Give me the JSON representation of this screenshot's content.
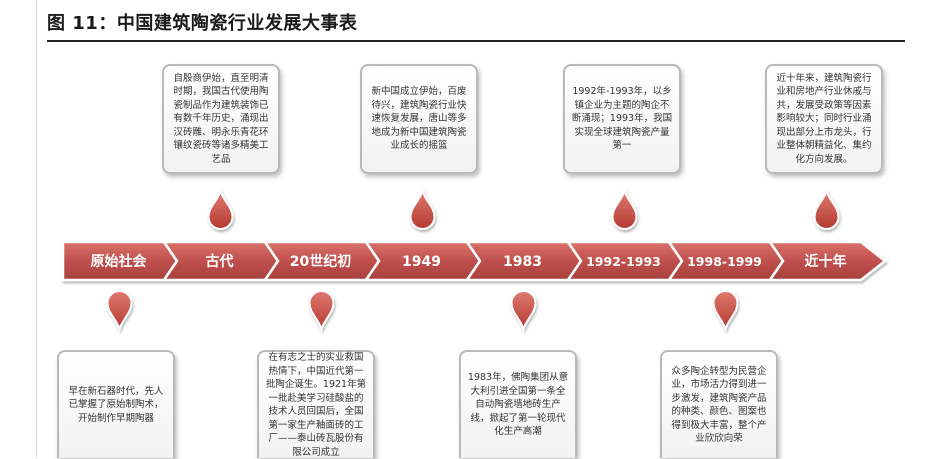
{
  "title": "图 11：中国建筑陶瓷行业发展大事表",
  "colors": {
    "arrow": "#c0504d",
    "arrow_dark": "#a8403d",
    "drop": "#c4453c"
  },
  "stages": [
    {
      "label": "原始社会"
    },
    {
      "label": "古代"
    },
    {
      "label": "20世纪初"
    },
    {
      "label": "1949"
    },
    {
      "label": "1983"
    },
    {
      "label": "1992-1993"
    },
    {
      "label": "1998-1999"
    },
    {
      "label": "近十年"
    }
  ],
  "top_notes": [
    {
      "text": "自殷商伊始，直至明清时期，我国古代使用陶瓷制品作为建筑装饰已有数千年历史，涌现出汉砖雕、明永乐青花环镶纹瓷砖等诸多精美工艺品"
    },
    {
      "text": "新中国成立伊始，百废待兴，建筑陶瓷行业快速恢复发展，唐山等多地成为新中国建筑陶瓷业成长的摇篮"
    },
    {
      "text": "1992年-1993年，以乡镇企业为主题的陶企不断涌现；1993年，我国实现全球建筑陶瓷产量第一"
    },
    {
      "text": "近十年来，建筑陶瓷行业和房地产行业休戚与共，发展受政策等因素影响较大；同时行业涌现出部分上市龙头，行业整体朝精益化、集约化方向发展。"
    }
  ],
  "bottom_notes": [
    {
      "text": "早在新石器时代，先人已掌握了原始制陶术，开始制作早期陶器"
    },
    {
      "text": "在有志之士的实业救国热情下，中国近代第一批陶企诞生。1921年第一批赴美学习硅酸盐的技术人员回国后，全国第一家生产釉面砖的工厂——泰山砖瓦股份有限公司成立"
    },
    {
      "text": "1983年，佛陶集团从意大利引进全国第一条全自动陶瓷墙地砖生产线，掀起了第一轮现代化生产高潮"
    },
    {
      "text": "众多陶企转型为民营企业，市场活力得到进一步激发，建筑陶瓷产品的种类、颜色、图案也得到极大丰富，整个产业欣欣向荣"
    }
  ]
}
